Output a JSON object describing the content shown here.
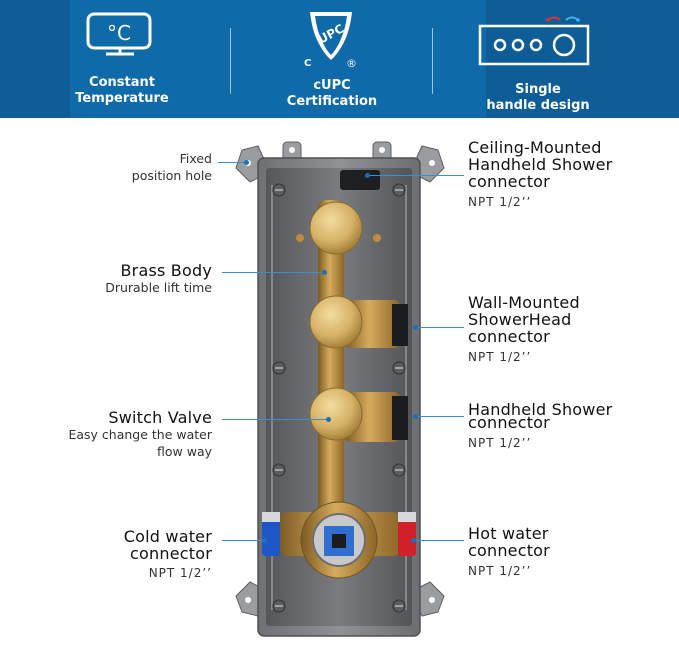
{
  "features": [
    {
      "icon": "thermometer-display-icon",
      "icon_text": "°C",
      "label_1": "Constant",
      "label_2": "Temperature"
    },
    {
      "icon": "upc-shield-icon",
      "icon_text": "UPC",
      "label_1": "cUPC",
      "label_2": "Certification"
    },
    {
      "icon": "control-panel-icon",
      "icon_text": "",
      "label_1": "Single",
      "label_2": "handle design"
    }
  ],
  "cupc_marks": {
    "c": "C",
    "r": "®"
  },
  "callouts_left": [
    {
      "title": "",
      "sub_1": "Fixed",
      "sub_2": "position hole"
    },
    {
      "title": "Brass Body",
      "sub_1": "Drurable lift time",
      "sub_2": ""
    },
    {
      "title": "Switch Valve",
      "sub_1": "Easy change the water",
      "sub_2": "flow way"
    },
    {
      "title_1": "Cold water",
      "title_2": "connector",
      "npt": "NPT  1/2’’"
    }
  ],
  "callouts_right": [
    {
      "title_1": "Ceiling-Mounted",
      "title_2": "Handheld Shower",
      "title_3": "connector",
      "npt": "NPT  1/2’’"
    },
    {
      "title_1": "Wall-Mounted",
      "title_2": "ShowerHead",
      "title_3": "connector",
      "npt": "NPT  1/2’’"
    },
    {
      "title_1": "Handheld Shower",
      "title_2": "connector",
      "npt": "NPT  1/2’’"
    },
    {
      "title_1": "Hot water",
      "title_2": "connector",
      "npt": "NPT  1/2’’"
    }
  ],
  "colors": {
    "banner": "#0e5d96",
    "leader": "#3a8fd0",
    "brass": "#b5893d",
    "box": "#7d7f82",
    "cold": "#1f56c8",
    "hot": "#d0202a"
  }
}
